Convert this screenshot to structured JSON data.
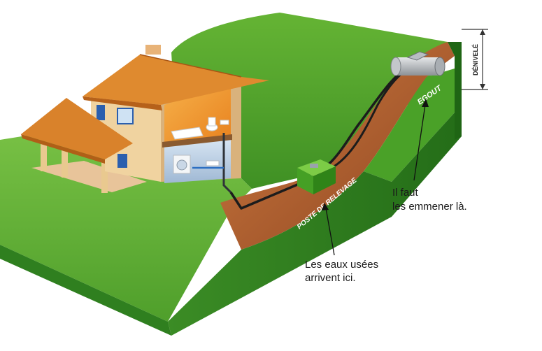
{
  "labels": {
    "denivele": "DÉNIVELÉ",
    "egout": "EGOUT",
    "poste": "POSTE DE RELEVAGE"
  },
  "annotations": {
    "arrivee_line1": "Les eaux usées",
    "arrivee_line2": "arrivent ici.",
    "destination_line1": "Il faut",
    "destination_line2": "les emmener là."
  },
  "colors": {
    "grass": "#5fae2e",
    "grass_dark": "#2d7a1e",
    "soil": "#b5622f",
    "roof": "#d9822b",
    "wall": "#f1d8a8",
    "pump": "#55b030"
  }
}
